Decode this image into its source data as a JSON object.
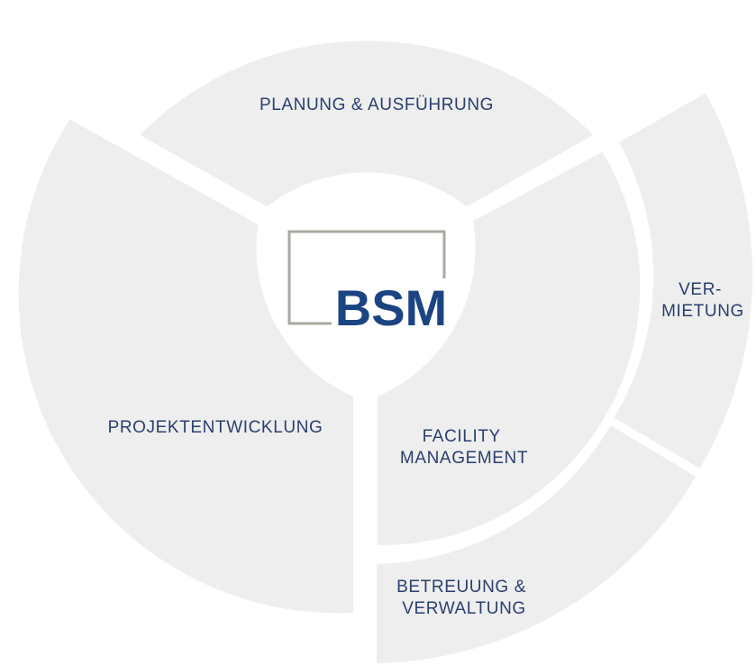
{
  "center": {
    "logo_text": "BSM"
  },
  "segments": {
    "planung": {
      "lines": [
        "PLANUNG & AUSFÜHRUNG"
      ]
    },
    "projektentwicklung": {
      "lines": [
        "PROJEKTENTWICKLUNG"
      ]
    },
    "facility": {
      "lines": [
        "FACILITY",
        "MANAGEMENT"
      ]
    },
    "vermietung": {
      "lines": [
        "VER-",
        "MIETUNG"
      ]
    },
    "betreuung": {
      "lines": [
        "BETREUUNG &",
        "VERWALTUNG"
      ]
    }
  },
  "colors": {
    "segment_fill": "#eeeeee",
    "label_text": "#2a3f6d",
    "logo_blue": "#1c4482",
    "logo_frame": "#a9a9a1"
  }
}
